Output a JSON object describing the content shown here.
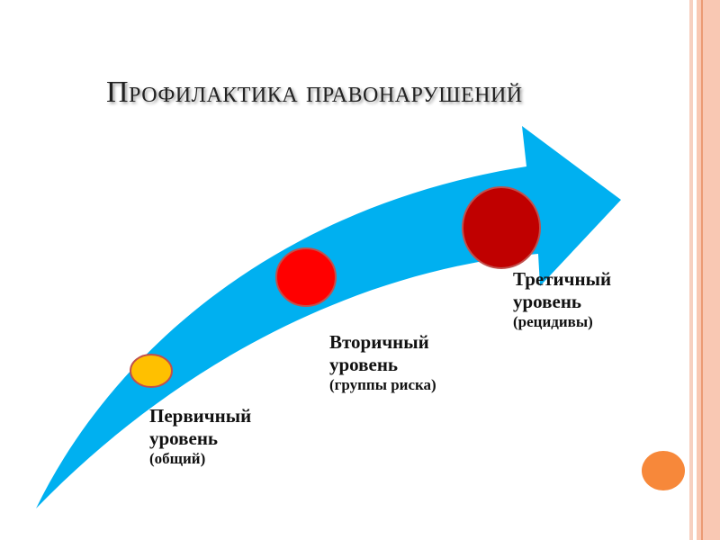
{
  "title": "Профилактика правонарушений",
  "levels": [
    {
      "name": "Первичный",
      "word": "уровень",
      "note": "(общий)",
      "color": "#ffc000"
    },
    {
      "name": "Вторичный",
      "word": "уровень",
      "note": "(группы риска)",
      "color": "#ff0000"
    },
    {
      "name": "Третичный",
      "word": "уровень",
      "note": "(рецидивы)",
      "color": "#c00000"
    }
  ],
  "colors": {
    "arrow": "#00b0f0",
    "accent": "#f7883a"
  }
}
